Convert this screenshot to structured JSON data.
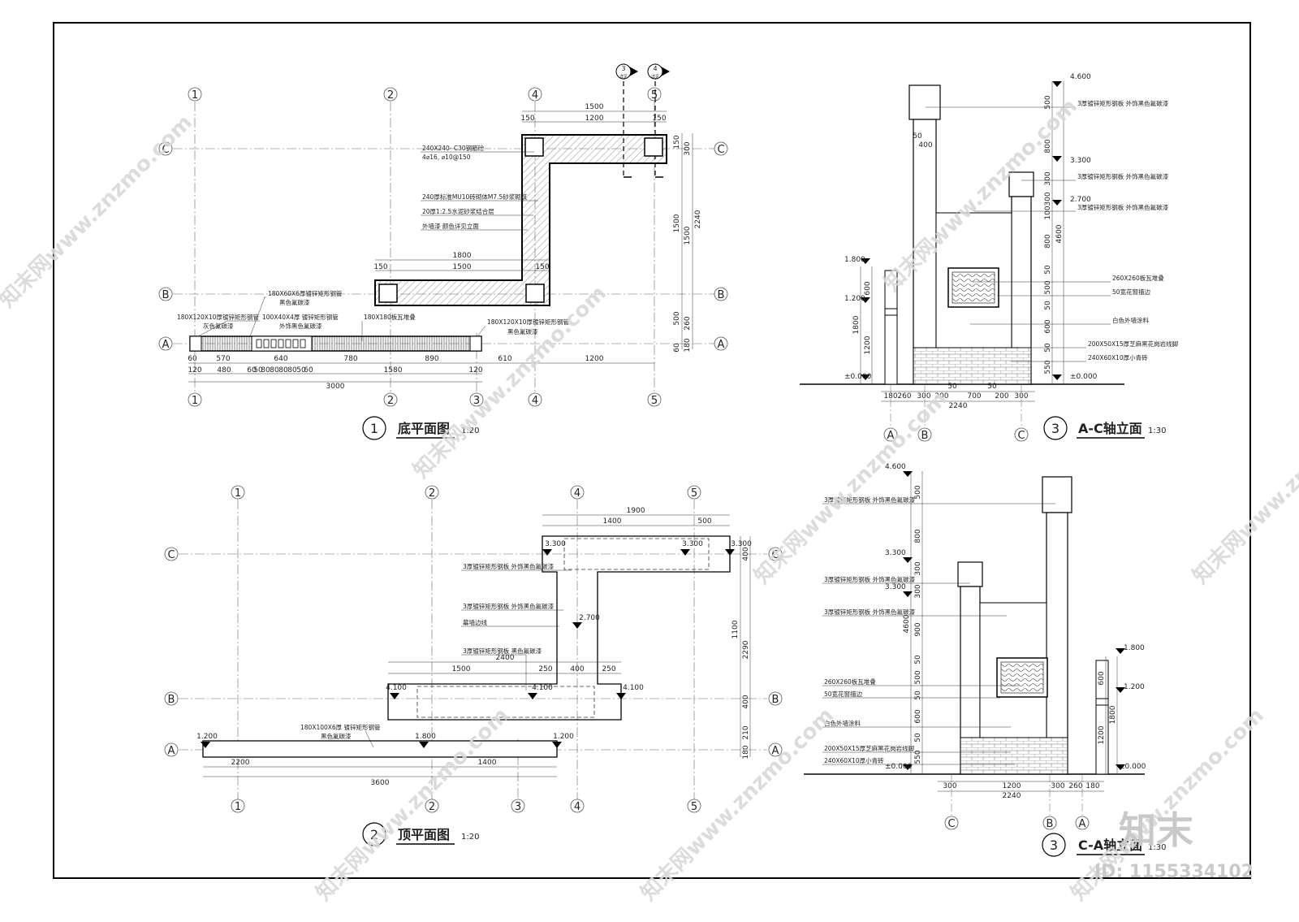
{
  "watermark": {
    "text": "知末网www.znzmo.com",
    "brand": "知末",
    "id_label": "ID: 1155334102"
  },
  "axes": {
    "n1": "1",
    "n2": "2",
    "n3": "3",
    "n4": "4",
    "n5": "5",
    "A": "A",
    "B": "B",
    "C": "C"
  },
  "views": {
    "v1": {
      "num": "1",
      "title": "底平面图",
      "scale": "1:20"
    },
    "v2": {
      "num": "2",
      "title": "顶平面图",
      "scale": "1:20"
    },
    "v3": {
      "num": "3",
      "title": "A-C轴立面",
      "scale": "1:30"
    },
    "v4": {
      "num": "3",
      "title": "C-A轴立面",
      "scale": "1:30"
    }
  },
  "section_markers": {
    "s3": "3",
    "s4": "4",
    "sub": "详见"
  },
  "plan1": {
    "notes": {
      "column": "240X240- C30钢筋砼",
      "rebar": "4⌀16, ⌀10@150",
      "wall": "240厚标准MU10砖砌体M7.5砂浆砌筑",
      "plaster": "20厚1:2.5水泥砂浆结合层",
      "finish": "外墙漆 颜色详见立面",
      "tube1": "180X60X6厚镀锌矩形钢管",
      "tube1b": "黑色氟碳漆",
      "tube2": "180X120X10厚镀锌矩形钢管",
      "tube2b": "灰色氟碳漆",
      "tube3": "100X40X4厚 镀锌矩形钢管",
      "tube3b": "外饰黑色氟碳漆",
      "paint": "180X180板瓦堆叠",
      "tube4": "180X120X10厚镀锌矩形钢管",
      "tube4b": "黑色氟碳漆"
    },
    "dims": {
      "d1500": "1500",
      "d150a": "150",
      "d1200": "1200",
      "d150b": "150",
      "d1800": "1800",
      "d150c": "150",
      "d1500b": "1500",
      "d150d": "150",
      "r150": "150",
      "r300": "300",
      "r1500": "1500",
      "r2240": "2240",
      "r500": "500",
      "r260": "260",
      "r180": "180",
      "r60": "60",
      "b60": "60",
      "b570": "570",
      "b640": "640",
      "b780": "780",
      "b890": "890",
      "b610": "610",
      "b1200": "1200",
      "c120": "120",
      "c480": "480",
      "c60": "60",
      "c50": "50",
      "c80": "80",
      "c1580": "1580",
      "c120b": "120",
      "total": "3000"
    }
  },
  "plan2": {
    "notes": {
      "n1": "3厚镀锌矩形钢板 外饰黑色氟碳漆",
      "n2": "3厚镀锌矩形钢板 外饰黑色氟碳漆",
      "n3": "幕墙边线",
      "n4": "3厚镀锌矩形钢板 黑色氟碳漆",
      "n5": "180X100X6厚 镀锌矩形钢管",
      "n5b": "黑色氟碳漆"
    },
    "levels": {
      "l1": "3.300",
      "l2": "3.300",
      "l3": "3.300",
      "l4": "2.700",
      "l5": "4.100",
      "l6": "4.100",
      "l7": "4.100",
      "l8": "1.200",
      "l9": "1.800",
      "l10": "1.200"
    },
    "dims": {
      "t1900": "1900",
      "t1400": "1400",
      "t500": "500",
      "m2400": "2400",
      "m1500": "1500",
      "m250": "250",
      "m400": "400",
      "m250b": "250",
      "b2200": "2200",
      "b1400": "1400",
      "b3600": "3600",
      "r400": "400",
      "r1100": "1100",
      "r2290": "2290",
      "r400b": "400",
      "r210": "210",
      "r180": "180"
    }
  },
  "elev1": {
    "levels": {
      "top": "4.600",
      "l33": "3.300",
      "l27": "2.700",
      "l18": "1.800",
      "l12": "1.200",
      "zero": "±0.000",
      "zero2": "±0.000"
    },
    "notes": {
      "n1": "3厚镀锌矩形钢板 外饰黑色氟碳漆",
      "n2": "3厚镀锌矩形钢板 外饰黑色氟碳漆",
      "n3": "3厚镀锌矩形钢板 外饰黑色氟碳漆",
      "n4": "260X260板瓦堆叠",
      "n5": "50宽花窗描边",
      "n6": "白色外墙涂料",
      "n7": "200X50X15厚芝麻黑花岗岩线脚",
      "n8": "240X60X10厚小青砖"
    },
    "dims": {
      "v500": "500",
      "v800": "800",
      "v300": "300",
      "v100": "100",
      "v300b": "300",
      "v800b": "800",
      "v4600": "4600",
      "v50": "50",
      "v500b": "500",
      "v50b": "50",
      "v600": "600",
      "v50c": "50",
      "v550": "550",
      "l600": "600",
      "l1800": "1800",
      "l1200": "1200",
      "top50": "50",
      "top400": "400",
      "h180": "180",
      "h260": "260",
      "h300": "300",
      "h200": "200",
      "h700": "700",
      "h50a": "50",
      "h200b": "200",
      "h300b": "300",
      "h50b": "50",
      "h2240": "2240"
    }
  },
  "elev2": {
    "levels": {
      "top": "4.600",
      "l33a": "3.300",
      "l33b": "3.300",
      "l18": "1.800",
      "l12": "1.200",
      "zero": "±0.000",
      "zero2": "±0.000"
    },
    "notes": {
      "n1": "3厚镀锌矩形钢板 外饰黑色氟碳漆",
      "n2": "3厚镀锌矩形钢板 外饰黑色氟碳漆",
      "n3": "3厚镀锌矩形钢板 外饰黑色氟碳漆",
      "n4": "260X260板瓦堆叠",
      "n5": "50宽花窗描边",
      "n6": "白色外墙涂料",
      "n7": "200X50X15厚芝麻黑花岗岩线脚",
      "n8": "240X60X10厚小青砖"
    },
    "dims": {
      "v500": "500",
      "v800": "800",
      "v300": "300",
      "v300b": "300",
      "v900": "900",
      "v4600": "4600",
      "v50": "50",
      "v500b": "500",
      "v50b": "50",
      "v600": "600",
      "v50c": "50",
      "v550": "550",
      "r600": "600",
      "r1800": "1800",
      "r1200": "1200",
      "h300": "300",
      "h1200": "1200",
      "h300b": "300",
      "h260": "260",
      "h180": "180",
      "h2240": "2240"
    }
  }
}
